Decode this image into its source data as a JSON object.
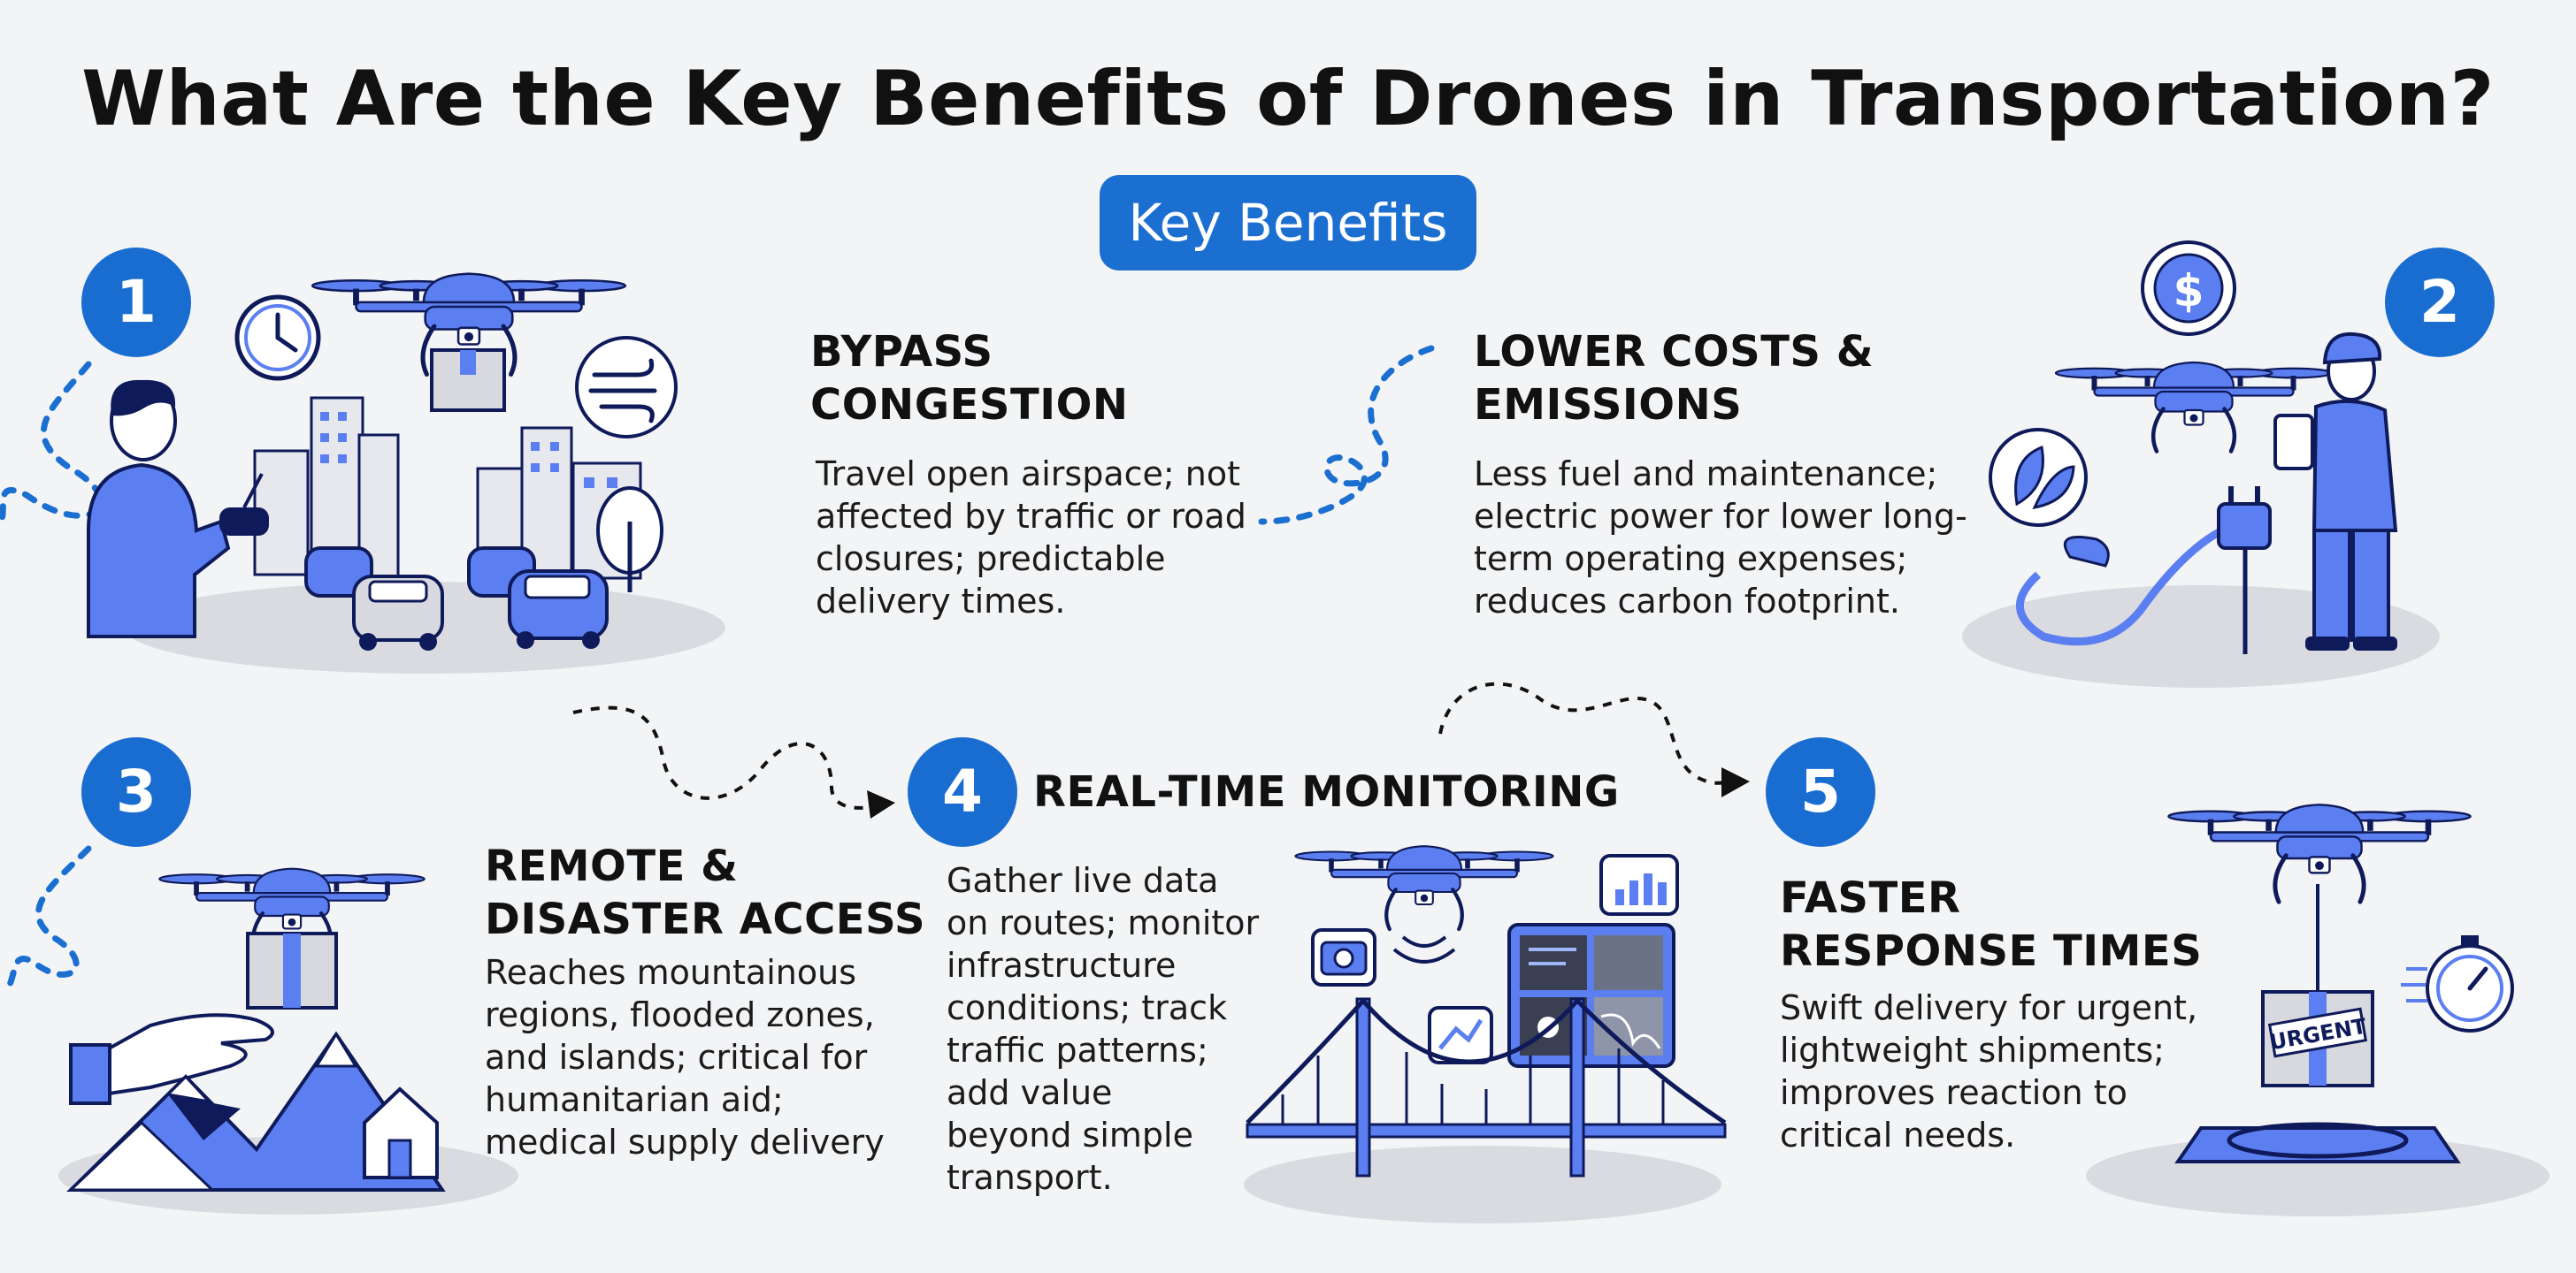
{
  "title": "What Are the Key Benefits of Drones in Transportation?",
  "badge": "Key Benefits",
  "colors": {
    "accent": "#1b6fd1",
    "fill": "#5b7ff0",
    "dark": "#0f1a5a",
    "background": "#f3f4f6"
  },
  "benefits": [
    {
      "number": "1",
      "heading": [
        "BYPASS",
        "CONGESTION"
      ],
      "text": [
        "Travel open airspace; not",
        "affected by traffic or road",
        "closures; predictable",
        "delivery times."
      ],
      "icons": [
        "drone-icon",
        "clock-icon",
        "wind-icon",
        "person-with-controller",
        "city-buildings",
        "cars-in-traffic",
        "tree-icon"
      ]
    },
    {
      "number": "2",
      "heading": [
        "LOWER COSTS &",
        "EMISSIONS"
      ],
      "text": [
        "Less fuel and maintenance;",
        "electric power for lower long-",
        "term operating expenses;",
        "reduces carbon footprint."
      ],
      "icons": [
        "dollar-icon",
        "leaf-icon",
        "drone-icon",
        "plug-icon",
        "worker-icon"
      ]
    },
    {
      "number": "3",
      "heading": [
        "REMOTE &",
        "DISASTER ACCESS"
      ],
      "text": [
        "Reaches mountainous",
        "regions, flooded zones,",
        "and islands; critical for",
        "humanitarian aid;",
        "medical supply delivery"
      ],
      "icons": [
        "drone-with-package-icon",
        "hand-icon",
        "mountains-icon",
        "house-icon"
      ]
    },
    {
      "number": "4",
      "heading": [
        "REAL-TIME MONITORING"
      ],
      "text": [
        "Gather live data",
        "on routes; monitor",
        "infrastructure",
        "conditions; track",
        "traffic patterns;",
        "add value",
        "beyond simple",
        "transport."
      ],
      "icons": [
        "drone-icon",
        "camera-icon",
        "chart-icon",
        "graph-icon",
        "monitor-screen",
        "bridge-icon"
      ]
    },
    {
      "number": "5",
      "heading": [
        "FASTER",
        "RESPONSE TIMES"
      ],
      "text": [
        "Swift delivery for urgent,",
        "lightweight shipments;",
        "improves reaction to",
        "critical needs."
      ],
      "package_label": "URGENT",
      "icons": [
        "drone-icon",
        "stopwatch-icon",
        "package-icon",
        "landing-pad-icon"
      ]
    }
  ]
}
